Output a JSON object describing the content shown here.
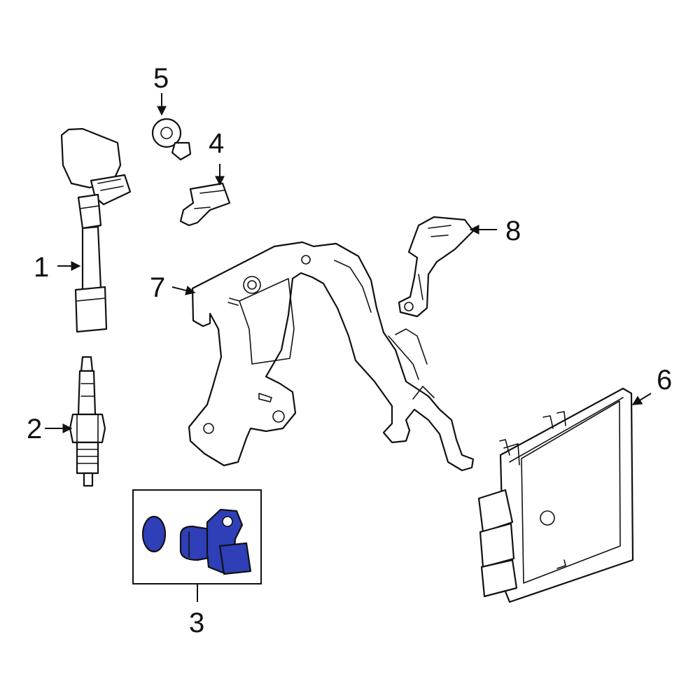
{
  "highlight_color": "#2f3fb8",
  "callouts": [
    {
      "id": "1",
      "label": "1"
    },
    {
      "id": "2",
      "label": "2"
    },
    {
      "id": "3",
      "label": "3"
    },
    {
      "id": "4",
      "label": "4"
    },
    {
      "id": "5",
      "label": "5"
    },
    {
      "id": "6",
      "label": "6"
    },
    {
      "id": "7",
      "label": "7"
    },
    {
      "id": "8",
      "label": "8"
    }
  ],
  "highlighted_part": "3"
}
